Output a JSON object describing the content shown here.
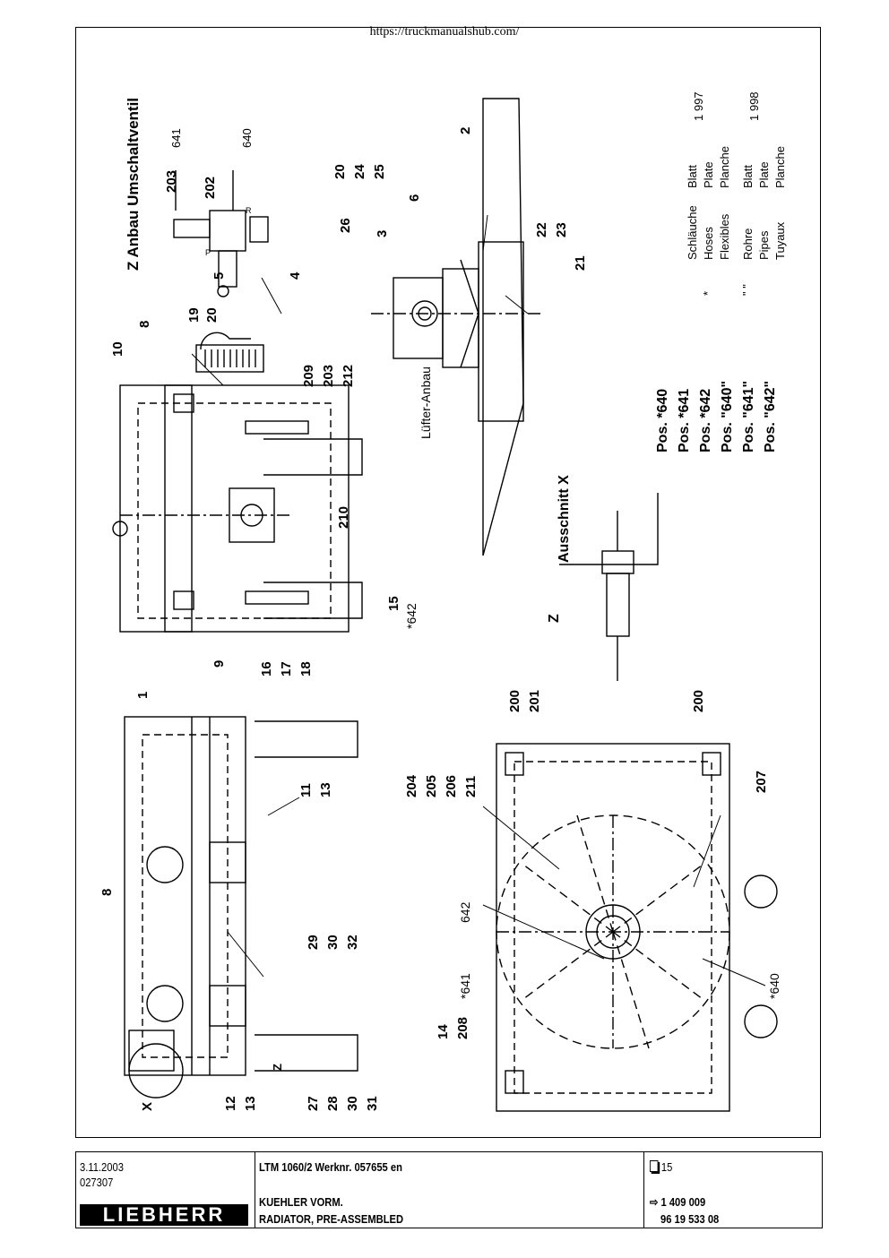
{
  "header": {
    "url": "https://truckmanualshub.com/"
  },
  "drawing": {
    "view_titles": {
      "z_anbau": "Z  Anbau  Umschaltventil",
      "luefter": "Lüfter-Anbau",
      "ausschnitt": "Ausschnitt  X"
    },
    "valve_labels": [
      "203",
      "202",
      "641",
      "640",
      "5",
      "4",
      "P",
      "R"
    ],
    "callouts_upper": [
      "10",
      "8",
      "19",
      "20",
      "209",
      "203",
      "212",
      "210",
      "9",
      "16",
      "17",
      "18",
      "15",
      "*642"
    ],
    "callouts_fan": [
      "20",
      "24",
      "25",
      "26",
      "3",
      "6",
      "2",
      "22",
      "23",
      "21"
    ],
    "callouts_lower_left": [
      "1",
      "8",
      "11",
      "13",
      "29",
      "30",
      "32",
      "12",
      "13",
      "27",
      "28",
      "30",
      "31",
      "X",
      "Z"
    ],
    "callouts_lower_right": [
      "200",
      "201",
      "200",
      "204",
      "205",
      "206",
      "211",
      "207",
      "642",
      "*641",
      "*640",
      "14",
      "208"
    ],
    "ausschnitt_label": "Z",
    "pos_table": {
      "rows": [
        {
          "pos": "Pos.  *640",
          "mark": "*",
          "de": "Schläuche",
          "en": "Hoses",
          "fr": "Flexibles",
          "word": "Blatt",
          "plate": "Plate",
          "planche": "Planche",
          "sheet": "1 997"
        },
        {
          "pos": "Pos.  *641",
          "mark": "",
          "de": "",
          "en": "",
          "fr": "",
          "word": "",
          "plate": "",
          "planche": "",
          "sheet": ""
        },
        {
          "pos": "Pos.  *642",
          "mark": "",
          "de": "",
          "en": "",
          "fr": "",
          "word": "",
          "plate": "",
          "planche": "",
          "sheet": ""
        },
        {
          "pos": "Pos.  \"640\"",
          "mark": "\" \"",
          "de": "Rohre",
          "en": "Pipes",
          "fr": "Tuyaux",
          "word": "Blatt",
          "plate": "Plate",
          "planche": "Planche",
          "sheet": "1 998"
        },
        {
          "pos": "Pos.  \"641\"",
          "mark": "",
          "de": "",
          "en": "",
          "fr": "",
          "word": "",
          "plate": "",
          "planche": "",
          "sheet": ""
        },
        {
          "pos": "Pos.  \"642\"",
          "mark": "",
          "de": "",
          "en": "",
          "fr": "",
          "word": "",
          "plate": "",
          "planche": "",
          "sheet": ""
        }
      ]
    }
  },
  "footer": {
    "date": "3.11.2003",
    "code": "027307",
    "brand": "LIEBHERR",
    "model": "LTM 1060/2 Werknr. 057655 en",
    "title_de": "KUEHLER VORM.",
    "title_en": "RADIATOR, PRE-ASSEMBLED",
    "page": "15",
    "ref_arrow": "⇨",
    "ref1": "1 409 009",
    "ref2": "96 19 533 08"
  }
}
